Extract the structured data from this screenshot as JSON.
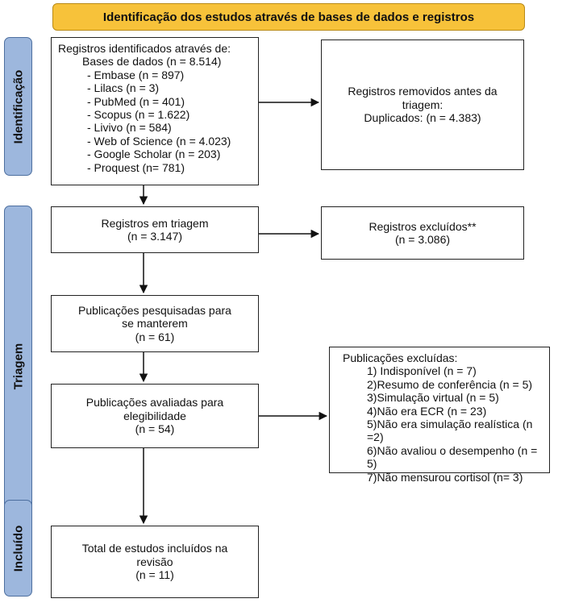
{
  "header": {
    "title": "Identificação dos estudos através de bases de dados e registros"
  },
  "stages": {
    "identificacao": "Identificação",
    "triagem": "Triagem",
    "incluido": "Incluído"
  },
  "identified": {
    "title": "Registros identificados através de:",
    "databases": "Bases de dados (n = 8.514)",
    "items": [
      "-  Embase (n = 897)",
      "-  Lilacs (n = 3)",
      "-  PubMed (n = 401)",
      "-  Scopus (n = 1.622)",
      "-  Livivo (n = 584)",
      "-  Web of Science (n = 4.023)",
      "-  Google Scholar (n = 203)",
      "-  Proquest (n= 781)"
    ]
  },
  "removed": {
    "line1": "Registros removidos antes da",
    "line2": "triagem:",
    "line3": "Duplicados: (n = 4.383)"
  },
  "screened": {
    "line1": "Registros em triagem",
    "line2": "(n = 3.147)"
  },
  "excluded": {
    "line1": "Registros excluídos**",
    "line2": "(n = 3.086)"
  },
  "sought": {
    "line1": "Publicações pesquisadas para",
    "line2": "se manterem",
    "line3": "(n = 61)"
  },
  "assessed": {
    "line1": "Publicações avaliadas para",
    "line2": "elegibilidade",
    "line3": "(n = 54)"
  },
  "pub_excluded": {
    "title": "Publicações excluídas:",
    "items": [
      "1) Indisponível (n = 7)",
      "2)Resumo de conferência (n = 5)",
      "3)Simulação virtual (n = 5)",
      "4)Não era ECR (n = 23)",
      "5)Não era simulação realística (n =2)",
      "6)Não avaliou o desempenho (n = 5)",
      "7)Não mensurou cortisol (n= 3)"
    ]
  },
  "included": {
    "line1": "Total de estudos incluídos na",
    "line2": "revisão",
    "line3": "(n = 11)"
  }
}
